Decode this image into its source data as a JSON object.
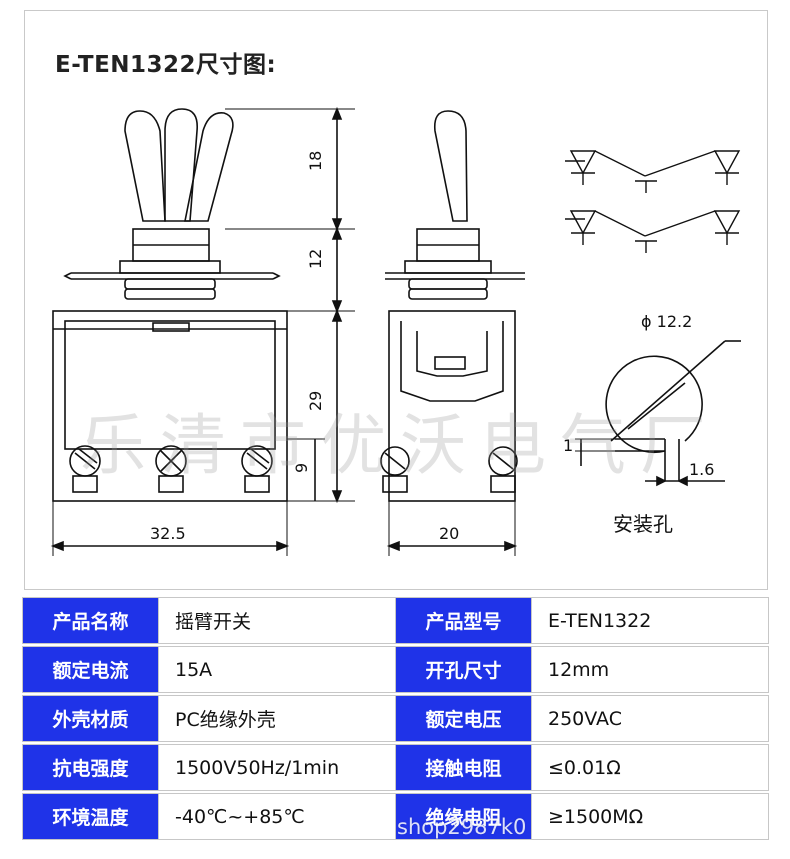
{
  "drawing": {
    "title": "E-TEN1322尺寸图:",
    "dims": {
      "lever_height": "18",
      "bushing_height": "12",
      "body_height": "29",
      "terminal_height": "9",
      "body_width": "32.5",
      "side_width": "20",
      "hole_diameter": "ϕ 12.2",
      "key_width": "1.6",
      "key_depth": "1"
    },
    "hole_label": "安装孔"
  },
  "specs": [
    {
      "label": "产品名称",
      "value": "摇臂开关",
      "label2": "产品型号",
      "value2": "E-TEN1322"
    },
    {
      "label": "额定电流",
      "value": "15A",
      "label2": "开孔尺寸",
      "value2": "12mm"
    },
    {
      "label": "外壳材质",
      "value": "PC绝缘外壳",
      "label2": "额定电压",
      "value2": "250VAC"
    },
    {
      "label": "抗电强度",
      "value": "1500V50Hz/1min",
      "label2": "接触电阻",
      "value2": "≤0.01Ω"
    },
    {
      "label": "环境温度",
      "value": "-40℃~+85℃",
      "label2": "绝缘电阻",
      "value2": "≥1500MΩ"
    }
  ],
  "watermark": "乐清市优沃电气厂",
  "watermark_shop": "shop2987k0"
}
